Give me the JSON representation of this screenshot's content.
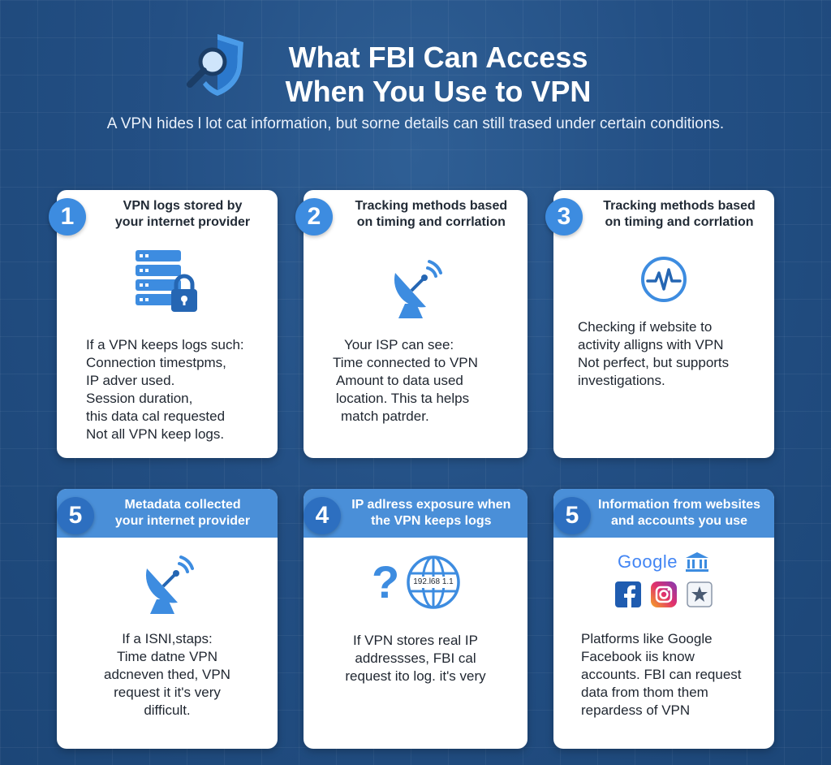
{
  "header": {
    "title_line1": "What FBI Can Access",
    "title_line2": "When You Use to VPN",
    "subtitle": "A VPN hides l lot cat information, but sorne details can still trased under certain conditions."
  },
  "cards": [
    {
      "number": "1",
      "heading_line1": "VPN logs stored by",
      "heading_line2": "your internet provider",
      "icon": "server-lock-icon",
      "lines": [
        "If a VPN keeps logs such:",
        "Connection timestpms,",
        "IP adver used.",
        "Session duration,",
        "this data cal requested",
        "Not all VPN keep logs."
      ]
    },
    {
      "number": "2",
      "heading_line1": "Tracking methods based",
      "heading_line2": "on timing and corrlation",
      "icon": "satellite-dish-icon",
      "lines": [
        "Your ISP can see:",
        "Time connected to VPN",
        "Amount to data used",
        "location. This ta helps",
        "match patrder."
      ]
    },
    {
      "number": "3",
      "heading_line1": "Tracking methods based",
      "heading_line2": "on timing and corrlation",
      "icon": "pulse-icon",
      "lines": [
        "Checking if website to",
        "activity alligns with VPN",
        "Not perfect, but supports",
        "investigations."
      ]
    },
    {
      "number": "5",
      "heading_line1": "Metadata collected",
      "heading_line2": "your internet provider",
      "icon": "satellite-dish-icon",
      "lines": [
        "If a ISNI,staps:",
        "Time datne VPN",
        "adcneven thed, VPN",
        "request it it's very",
        "difficult."
      ]
    },
    {
      "number": "4",
      "heading_line1": "IP adlress exposure when",
      "heading_line2": "the VPN keeps logs",
      "icon": "question-globe-icon",
      "ip_label": "192.l68 1.1",
      "lines": [
        "If VPN stores real IP",
        "addressses, FBI cal",
        "request ito log. it's very"
      ]
    },
    {
      "number": "5",
      "heading_line1": "Information from websites",
      "heading_line2": "and accounts you use",
      "icon": "platform-logos-icon",
      "brand": "Google",
      "lines": [
        "Platforms like Google",
        "Facebook iis know",
        "accounts. FBI can request",
        "data from thom them",
        "repardess of VPN"
      ]
    }
  ],
  "colors": {
    "background": "#234f84",
    "accent_blue": "#4a8fd8",
    "number_blue": "#3d8ce0",
    "card": "#ffffff"
  }
}
